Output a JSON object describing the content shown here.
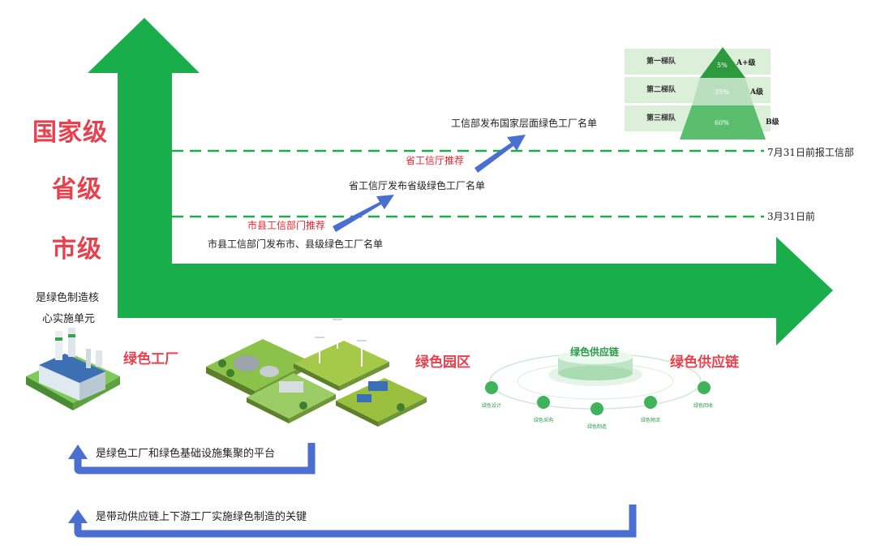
{
  "levels": {
    "national": "国家级",
    "provincial": "省级",
    "city": "市级"
  },
  "core_unit": {
    "line1": "是绿色制造核",
    "line2": "心实施单元"
  },
  "flow": {
    "city_publish": "市县工信部门发布市、县级绿色工厂名单",
    "city_recommend": "市县工信部门推荐",
    "prov_publish": "省工信厅发布省级绿色工厂名单",
    "prov_recommend": "省工信厅推荐",
    "national_publish": "工信部发布国家层面绿色工厂名单"
  },
  "deadlines": {
    "mar": "3月31日前",
    "jul": "7月31日前报工信部"
  },
  "pyramid": {
    "tiers": [
      {
        "label": "第一梯队",
        "pct": "5%",
        "grade": "A+级"
      },
      {
        "label": "第二梯队",
        "pct": "35%",
        "grade": "A级"
      },
      {
        "label": "第三梯队",
        "pct": "60%",
        "grade": "B级"
      }
    ]
  },
  "categories": {
    "factory": "绿色工厂",
    "park": "绿色园区",
    "supply_chain": "绿色供应链"
  },
  "supply_chain": {
    "center": "绿色供应链",
    "nodes": [
      "绿色设计",
      "绿色采购",
      "绿色制造",
      "绿色物流",
      "绿色回收"
    ]
  },
  "notes": {
    "platform": "是绿色工厂和绿色基础设施集聚的平台",
    "key": "是带动供应链上下游工厂实施绿色制造的关键"
  },
  "colors": {
    "green": "#1aad4b",
    "blue": "#4a6fd1",
    "red": "#e8404d"
  }
}
